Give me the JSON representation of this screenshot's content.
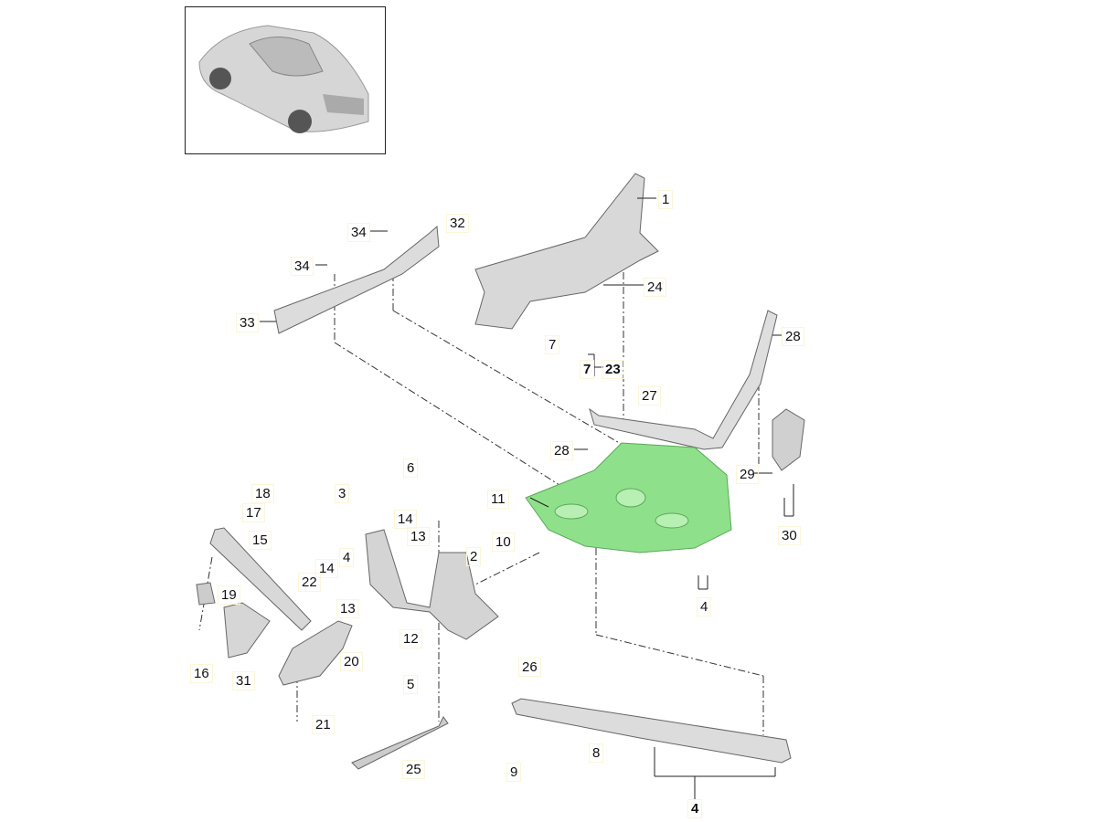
{
  "title": "Rear axle crossmember parts diagram",
  "highlight_color": "#8fe08a",
  "callouts": [
    {
      "id": "c1",
      "text": "1"
    },
    {
      "id": "c32",
      "text": "32"
    },
    {
      "id": "c34a",
      "text": "34"
    },
    {
      "id": "c34b",
      "text": "34"
    },
    {
      "id": "c24",
      "text": "24"
    },
    {
      "id": "c33",
      "text": "33"
    },
    {
      "id": "c7a",
      "text": "7"
    },
    {
      "id": "c7b",
      "text": "7"
    },
    {
      "id": "c23",
      "text": "23"
    },
    {
      "id": "c28a",
      "text": "28"
    },
    {
      "id": "c27",
      "text": "27"
    },
    {
      "id": "c28b",
      "text": "28"
    },
    {
      "id": "c11",
      "text": "11"
    },
    {
      "id": "c29",
      "text": "29"
    },
    {
      "id": "c30",
      "text": "30"
    },
    {
      "id": "c10",
      "text": "10"
    },
    {
      "id": "c2",
      "text": "2"
    },
    {
      "id": "c4a",
      "text": "4"
    },
    {
      "id": "c6",
      "text": "6"
    },
    {
      "id": "c3",
      "text": "3"
    },
    {
      "id": "c18",
      "text": "18"
    },
    {
      "id": "c17",
      "text": "17"
    },
    {
      "id": "c14a",
      "text": "14"
    },
    {
      "id": "c13a",
      "text": "13"
    },
    {
      "id": "c15",
      "text": "15"
    },
    {
      "id": "c4b",
      "text": "4"
    },
    {
      "id": "c14b",
      "text": "14"
    },
    {
      "id": "c22",
      "text": "22"
    },
    {
      "id": "c19",
      "text": "19"
    },
    {
      "id": "c13b",
      "text": "13"
    },
    {
      "id": "c12",
      "text": "12"
    },
    {
      "id": "c20",
      "text": "20"
    },
    {
      "id": "c26",
      "text": "26"
    },
    {
      "id": "c16",
      "text": "16"
    },
    {
      "id": "c31",
      "text": "31"
    },
    {
      "id": "c5",
      "text": "5"
    },
    {
      "id": "c21",
      "text": "21"
    },
    {
      "id": "c25",
      "text": "25"
    },
    {
      "id": "c9",
      "text": "9"
    },
    {
      "id": "c8",
      "text": "8"
    },
    {
      "id": "c4c",
      "text": "4"
    }
  ]
}
